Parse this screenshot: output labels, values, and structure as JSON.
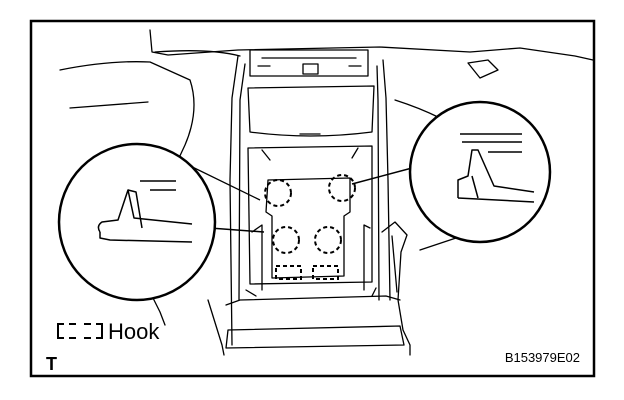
{
  "legend": {
    "label": "Hook",
    "symbol": "dashed-bracket-symbol"
  },
  "corner_mark": "T",
  "figure_code": "B153979E02",
  "colors": {
    "line": "#000000",
    "background": "#ffffff"
  }
}
